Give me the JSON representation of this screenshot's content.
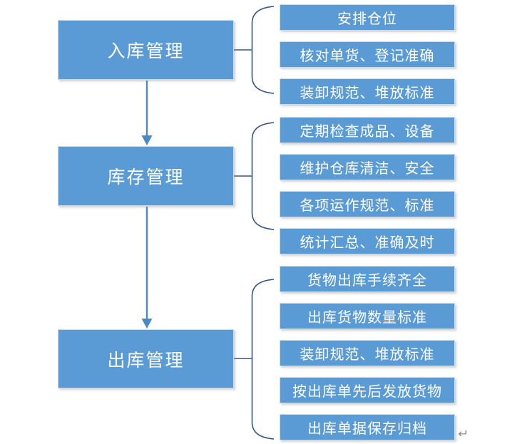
{
  "diagram": {
    "groups": [
      {
        "id": "inbound",
        "title": "入库管理",
        "items": [
          "安排仓位",
          "核对单货、登记准确",
          "装卸规范、堆放标准"
        ]
      },
      {
        "id": "inventory",
        "title": "库存管理",
        "items": [
          "定期检查成品、设备",
          "维护仓库清洁、安全",
          "各项运作规范、标准",
          "统计汇总、准确及时"
        ]
      },
      {
        "id": "outbound",
        "title": "出库管理",
        "items": [
          "货物出库手续齐全",
          "出库货物数量标准",
          "装卸规范、堆放标准",
          "按出库单先后发放货物",
          "出库单据保存归档"
        ]
      }
    ],
    "colors": {
      "box_fill": "#5B9BD5",
      "box_text": "#FFFFFF",
      "bracket_line": "#34558B",
      "arrow": "#4A89C6",
      "paragraph_mark": "#8F8F8F"
    },
    "paragraph_mark": "↵"
  }
}
